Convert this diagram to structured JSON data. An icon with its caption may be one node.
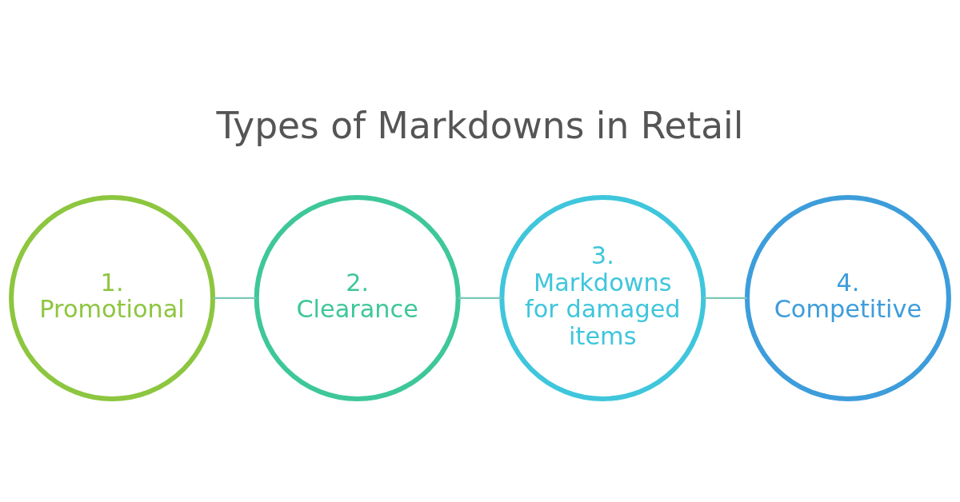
{
  "diagram": {
    "title": "Types of Markdowns in Retail",
    "nodes": [
      {
        "text": [
          "1. Promotional"
        ]
      },
      {
        "text": [
          "2. Clearance"
        ]
      },
      {
        "text": [
          "3. Markdowns for damaged items"
        ]
      },
      {
        "text": [
          "4. Competitive"
        ]
      }
    ],
    "edges": [
      {
        "from": 0,
        "to": 1,
        "arrow": "none"
      },
      {
        "from": 1,
        "to": 2,
        "arrow": "none"
      },
      {
        "from": 2,
        "to": 3,
        "arrow": "none"
      }
    ]
  }
}
